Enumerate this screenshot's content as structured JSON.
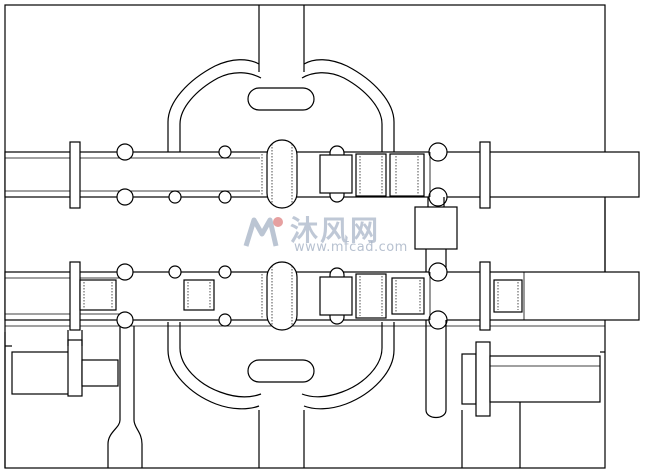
{
  "drawing": {
    "type": "mechanical-cad-section",
    "line_color": "#000000",
    "background": "#ffffff"
  },
  "watermark": {
    "logo_icon": "mfcad-logo-icon",
    "chinese_text": "沐风网",
    "url_text": "www.mfcad.com",
    "color": "#aab6c8"
  }
}
